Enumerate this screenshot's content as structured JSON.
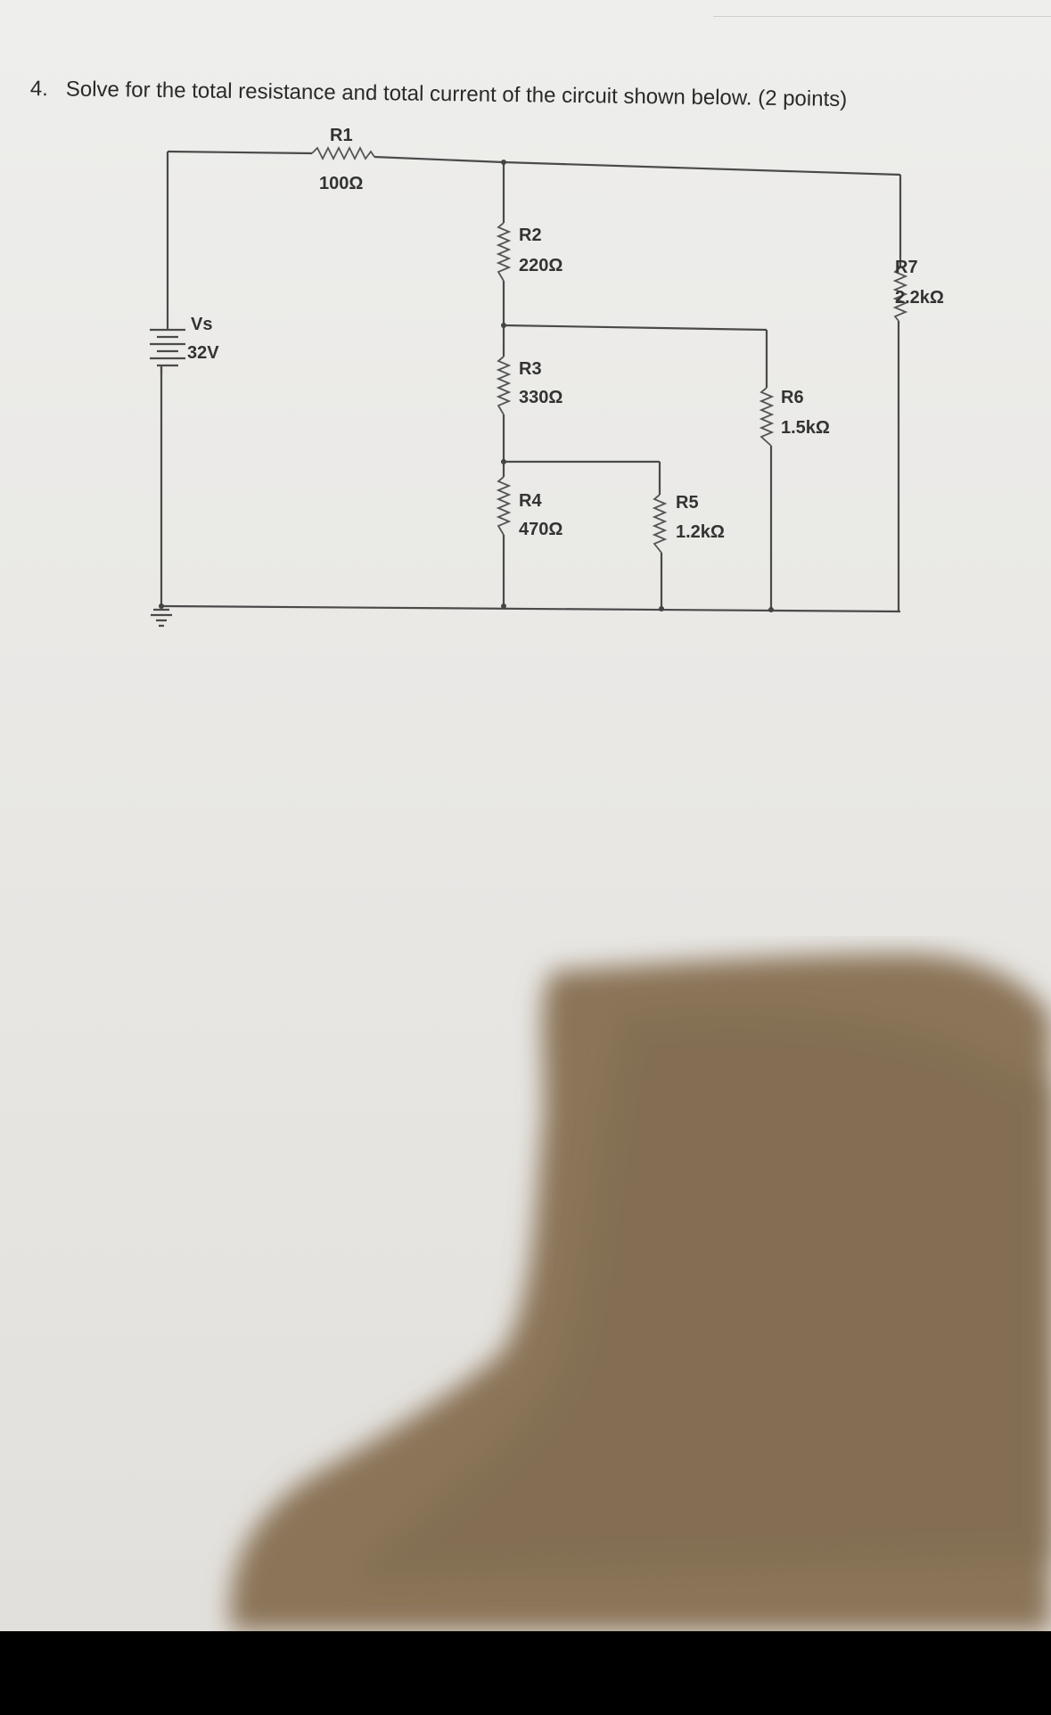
{
  "question": {
    "number": "4.",
    "text": "Solve for the total resistance and total current of the circuit shown below. (2 points)"
  },
  "circuit": {
    "source": {
      "name": "Vs",
      "value": "32V"
    },
    "resistors": [
      {
        "name": "R1",
        "value": "100Ω"
      },
      {
        "name": "R2",
        "value": "220Ω"
      },
      {
        "name": "R3",
        "value": "330Ω"
      },
      {
        "name": "R4",
        "value": "470Ω"
      },
      {
        "name": "R5",
        "value": "1.2kΩ"
      },
      {
        "name": "R6",
        "value": "1.5kΩ"
      },
      {
        "name": "R7",
        "value": "2.2kΩ"
      }
    ]
  },
  "colors": {
    "paper": "#eeeeec",
    "ink": "#2a2a2a",
    "shadow": "#8b7558"
  }
}
